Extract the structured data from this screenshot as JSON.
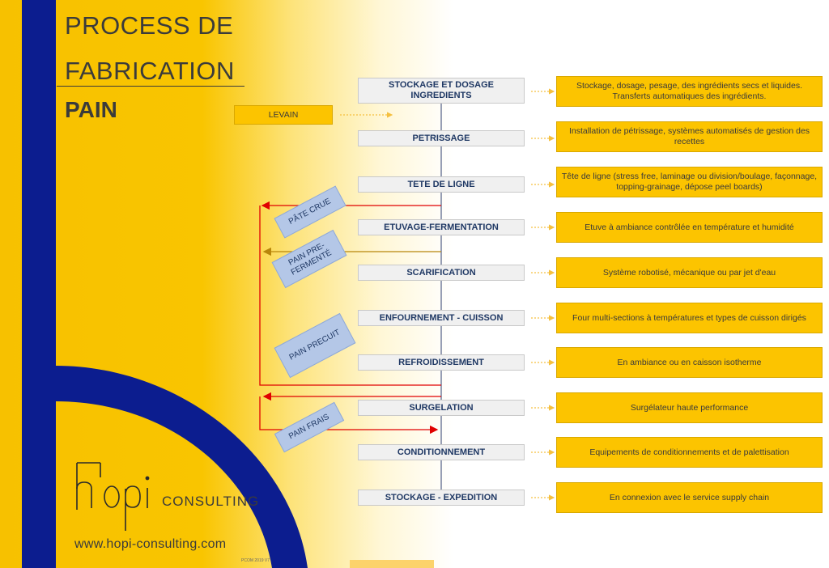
{
  "title": {
    "line1": "PROCESS DE",
    "line2": "FABRICATION",
    "product": "PAIN"
  },
  "levain": "LEVAIN",
  "steps": [
    {
      "label": "STOCKAGE ET DOSAGE INGREDIENTS",
      "desc": "Stockage, dosage, pesage, des ingrédients secs et liquides. Transferts automatiques des ingrédients."
    },
    {
      "label": "PETRISSAGE",
      "desc": "Installation de pétrissage, systèmes automatisés de gestion des recettes"
    },
    {
      "label": "TETE DE LIGNE",
      "desc": "Tête de ligne (stress free, laminage ou division/boulage, façonnage, topping-grainage, dépose peel boards)"
    },
    {
      "label": "ETUVAGE-FERMENTATION",
      "desc": "Etuve à ambiance contrôlée en température et humidité"
    },
    {
      "label": "SCARIFICATION",
      "desc": "Système robotisé, mécanique ou par jet d'eau"
    },
    {
      "label": "ENFOURNEMENT - CUISSON",
      "desc": "Four multi-sections à températures et types de cuisson dirigés"
    },
    {
      "label": "REFROIDISSEMENT",
      "desc": "En ambiance ou en caisson isotherme"
    },
    {
      "label": "SURGELATION",
      "desc": "Surgélateur haute performance"
    },
    {
      "label": "CONDITIONNEMENT",
      "desc": "Equipements de conditionnements et de palettisation"
    },
    {
      "label": "STOCKAGE - EXPEDITION",
      "desc": "En connexion avec le service supply chain"
    }
  ],
  "tags": {
    "pate_crue": "PÂTE CRUE",
    "pain_prefermente": "PAIN PRE-FERMENTÉ",
    "pain_precuit": "PAIN PRECUIT",
    "pain_frais": "PAIN FRAIS"
  },
  "logo": {
    "mark": "hopi",
    "company": "CONSULTING"
  },
  "url": "www.hopi-consulting.com",
  "footer_code": "PCOM 2019 V7",
  "colors": {
    "yellow": "#fcc400",
    "navy": "#0c1d8f",
    "step_text": "#1f3864",
    "tag_fill": "#b4c7e7",
    "red_arrow": "#e00000",
    "gold_arrow": "#b8860b"
  }
}
